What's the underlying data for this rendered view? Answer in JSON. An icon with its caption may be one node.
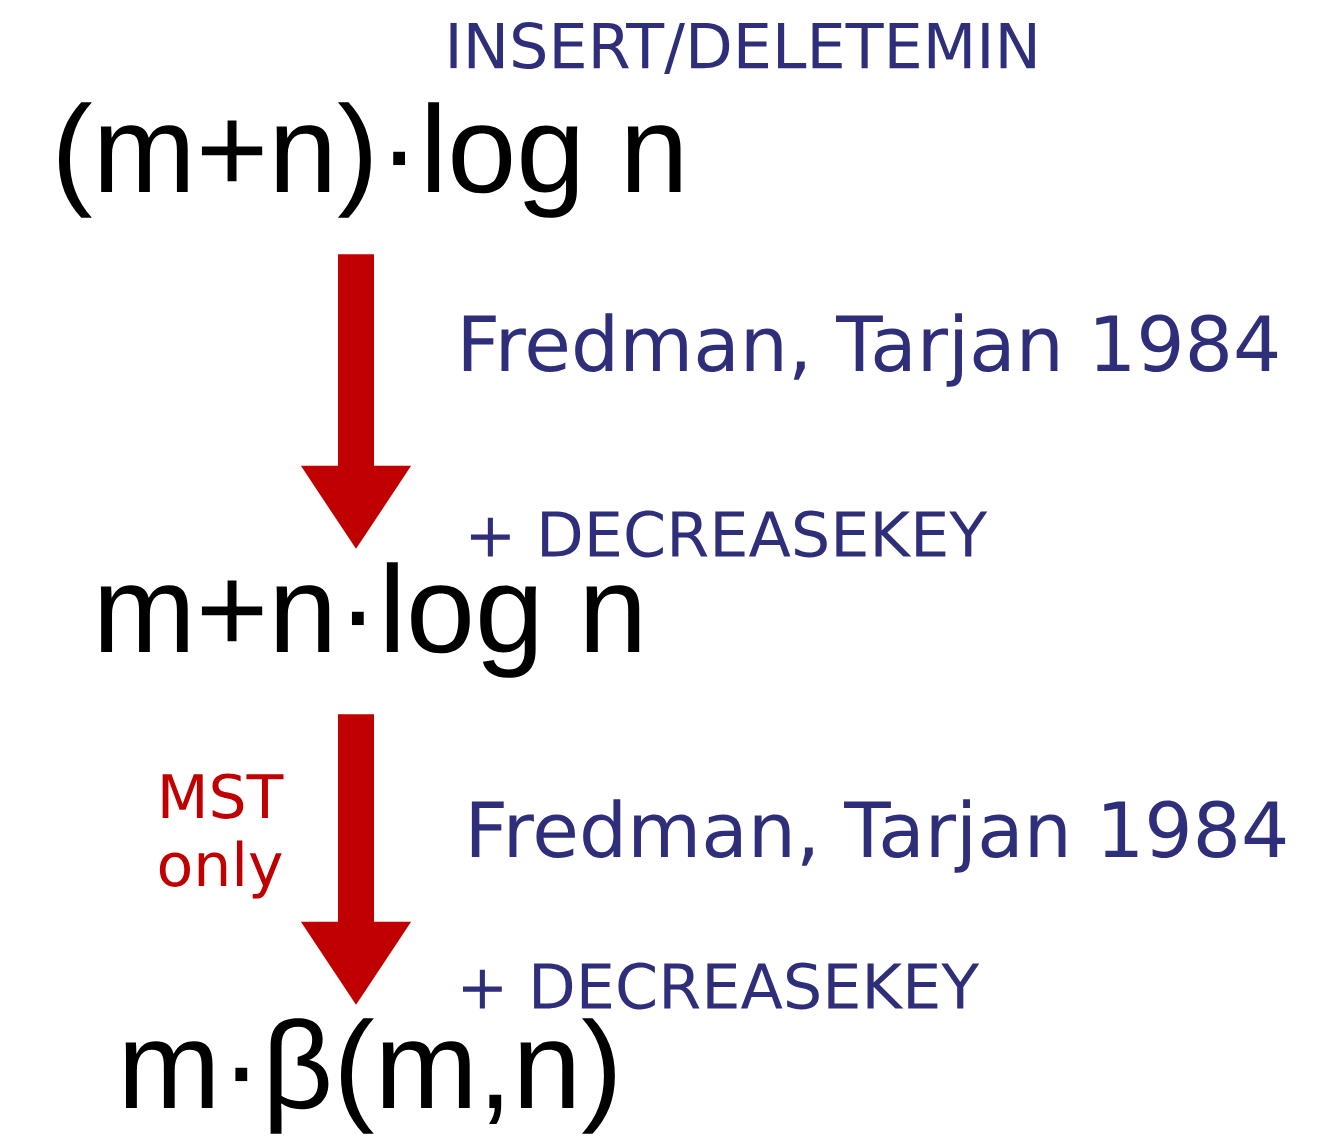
{
  "diagram": {
    "nodes": [
      {
        "text": [
          "(m+n)·log n"
        ]
      },
      {
        "text": [
          "m+n·log n"
        ]
      },
      {
        "text": [
          "m·β(m,n)"
        ]
      }
    ],
    "edges": [
      {
        "from": 0,
        "to": 1,
        "arrow": "to"
      },
      {
        "from": 1,
        "to": 2,
        "arrow": "to"
      }
    ],
    "labels": [
      "INSERT/DELETEMIN",
      "Fredman, Tarjan 1984",
      "+ DECREASEKEY",
      "MST only",
      "Fredman, Tarjan 1984",
      "+ DECREASEKEY"
    ]
  }
}
